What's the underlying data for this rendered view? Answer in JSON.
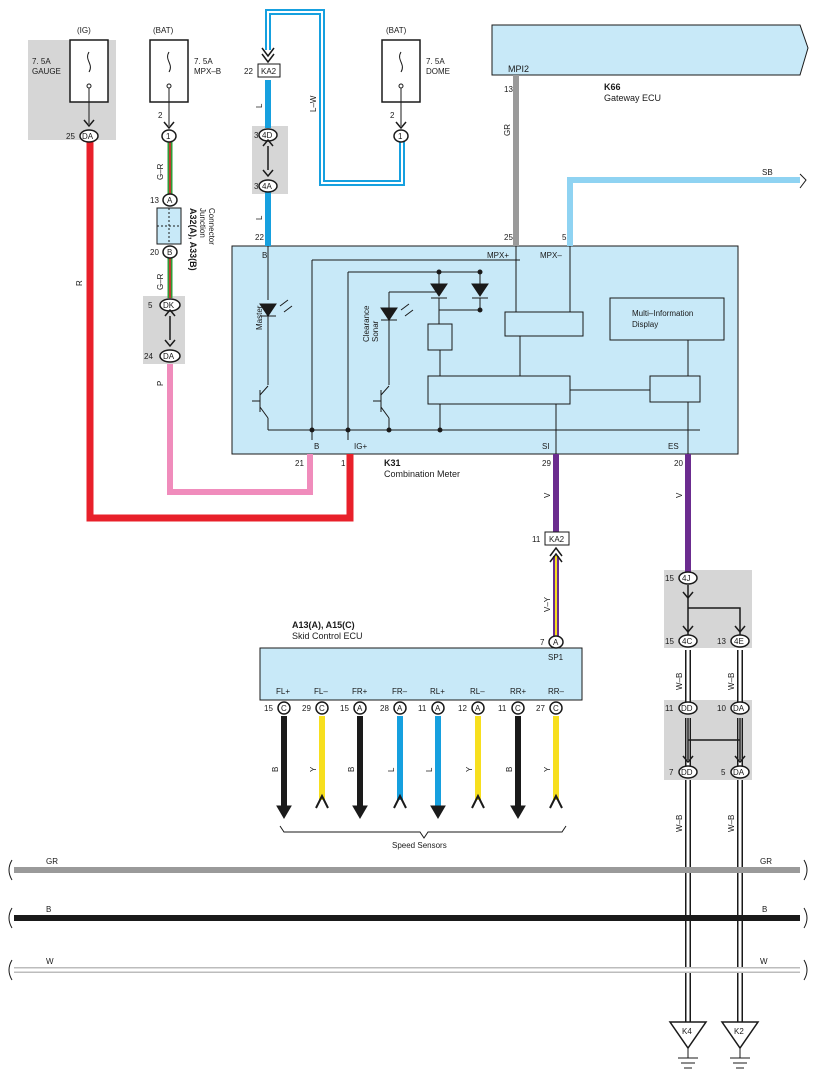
{
  "colors": {
    "red": "#e8202a",
    "pink": "#f08cbc",
    "blue": "#16a0df",
    "lightblue": "#8fd3f2",
    "gray": "#9a9a9a",
    "purple": "#6b2c8f",
    "yellow": "#f7df1e",
    "black": "#1a1a1a",
    "green": "#2e9d3a",
    "panel": "#c8e9f8",
    "shade": "#d6d6d6"
  },
  "fuses": {
    "gauge": {
      "source": "(IG)",
      "rating": "7. 5A",
      "name": "GAUGE",
      "pin": "25",
      "conn": "DA"
    },
    "mpxb": {
      "source": "(BAT)",
      "rating": "7. 5A",
      "name": "MPX–B",
      "top_pin": "2",
      "conn": "1"
    },
    "dome": {
      "source": "(BAT)",
      "rating": "7. 5A",
      "name": "DOME",
      "top_pin": "2",
      "conn": "1"
    }
  },
  "ka2_top": {
    "pin": "22",
    "conn": "KA2"
  },
  "gateway": {
    "id": "K66",
    "name": "Gateway ECU",
    "port": "MPI2",
    "pin": "13"
  },
  "junction": {
    "id": "A32(A), A33(B)",
    "name1": "Junction",
    "name2": "Connector",
    "pin_a": "13",
    "conn_a": "A",
    "pin_b": "20",
    "conn_b": "B"
  },
  "inline_dk": {
    "pin_top": "5",
    "conn_top": "DK",
    "pin_bot": "24",
    "conn_bot": "DA"
  },
  "inline_4d": {
    "pin_top": "3",
    "conn_top": "4D",
    "pin_bot": "3",
    "conn_bot": "4A"
  },
  "combo": {
    "id": "K31",
    "name": "Combination Meter",
    "pin_b_top": "22",
    "label_b_top": "B",
    "pin_mpxp": "25",
    "label_mpxp": "MPX+",
    "pin_mpxm": "5",
    "label_mpxm": "MPX–",
    "pin_b_bot": "21",
    "label_b_bot": "B",
    "pin_ig": "1",
    "label_ig": "IG+",
    "pin_si": "29",
    "label_si": "SI",
    "pin_es": "20",
    "label_es": "ES",
    "master": "Master",
    "sonar1": "Clearance",
    "sonar2": "Sonar",
    "mid1": "Multi–Information",
    "mid2": "Display"
  },
  "wire_labels": {
    "r": "R",
    "p": "P",
    "gr1": "G–R",
    "gr2": "G–R",
    "l1": "L",
    "l2": "L",
    "lw": "L–W",
    "gr": "GR",
    "sb": "SB",
    "v1": "V",
    "v2": "V",
    "vy": "V–Y",
    "wb1": "W–B",
    "wb2": "W–B",
    "wb3": "W–B",
    "wb4": "W–B"
  },
  "ka2_mid": {
    "pin": "11",
    "conn": "KA2"
  },
  "skid": {
    "id": "A13(A), A15(C)",
    "name": "Skid Control ECU",
    "sp_pin": "7",
    "sp_conn": "A",
    "sp_label": "SP1",
    "pins": [
      {
        "label": "FL+",
        "pin": "15",
        "conn": "C",
        "wire": "B"
      },
      {
        "label": "FL–",
        "pin": "29",
        "conn": "C",
        "wire": "Y"
      },
      {
        "label": "FR+",
        "pin": "15",
        "conn": "A",
        "wire": "B"
      },
      {
        "label": "FR–",
        "pin": "28",
        "conn": "A",
        "wire": "L"
      },
      {
        "label": "RL+",
        "pin": "11",
        "conn": "A",
        "wire": "L"
      },
      {
        "label": "RL–",
        "pin": "12",
        "conn": "A",
        "wire": "Y"
      },
      {
        "label": "RR+",
        "pin": "11",
        "conn": "C",
        "wire": "B"
      },
      {
        "label": "RR–",
        "pin": "27",
        "conn": "C",
        "wire": "Y"
      }
    ],
    "sensors": "Speed Sensors"
  },
  "splice_right": {
    "j4j_pin": "15",
    "j4j_conn": "4J",
    "j4c_pin": "15",
    "j4c_conn": "4C",
    "j4e_pin": "13",
    "j4e_conn": "4E",
    "dd1_pin": "11",
    "dd1_conn": "DD",
    "da1_pin": "10",
    "da1_conn": "DA",
    "dd2_pin": "7",
    "dd2_conn": "DD",
    "da2_pin": "5",
    "da2_conn": "DA"
  },
  "buses": [
    {
      "left": "GR",
      "right": "GR"
    },
    {
      "left": "B",
      "right": "B"
    },
    {
      "left": "W",
      "right": "W"
    }
  ],
  "grounds": [
    {
      "label": "K4"
    },
    {
      "label": "K2"
    }
  ]
}
